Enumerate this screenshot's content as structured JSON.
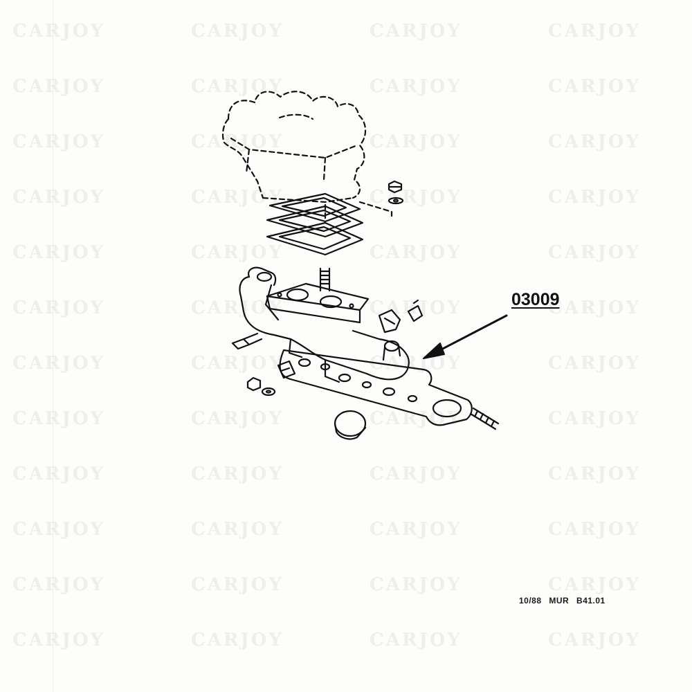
{
  "watermark": {
    "text": "CARJOY"
  },
  "callout": {
    "part_number": "03009"
  },
  "footer": {
    "reference": "10/88 MUR B41.01"
  },
  "colors": {
    "ink": "#111111",
    "paper": "#fdfdfb",
    "watermark": "#a0a0a0"
  },
  "diagram_parts": [
    {
      "id": "carburettor-outline",
      "style": "dashed"
    },
    {
      "id": "carburettor-gaskets",
      "count": 3
    },
    {
      "id": "mounting-stud"
    },
    {
      "id": "inlet-manifold"
    },
    {
      "id": "manifold-gasket"
    },
    {
      "id": "nut-and-washer"
    },
    {
      "id": "core-plug"
    },
    {
      "id": "manifold-stud"
    },
    {
      "id": "heater-fittings"
    }
  ]
}
